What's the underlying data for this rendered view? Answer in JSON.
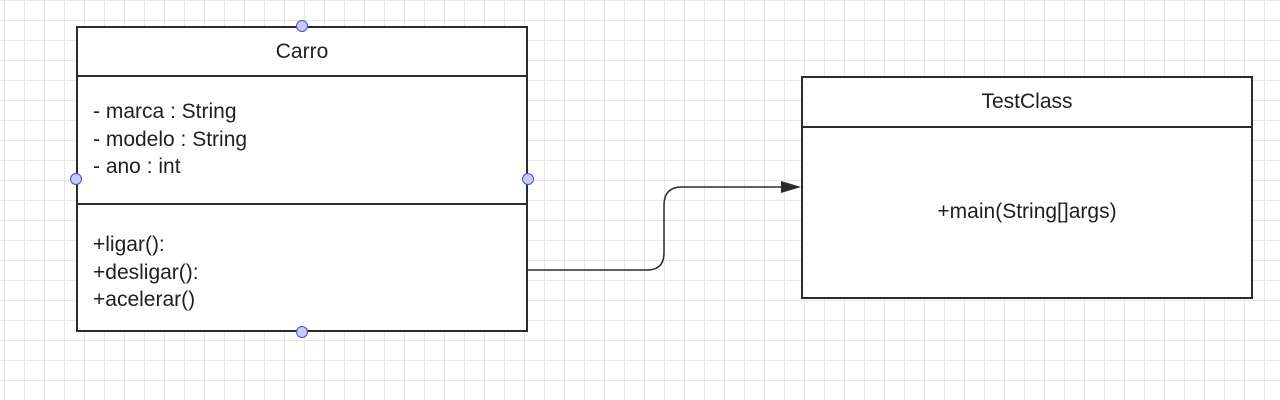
{
  "classes": {
    "carro": {
      "name": "Carro",
      "attributes": [
        "- marca : String",
        "- modelo : String",
        "- ano : int"
      ],
      "methods": [
        "+ligar():",
        "+desligar():",
        "+acelerar()"
      ]
    },
    "testclass": {
      "name": "TestClass",
      "attributes": [],
      "methods": [
        "+main(String[]args)"
      ]
    }
  },
  "connector": {
    "from": "Carro",
    "to": "TestClass",
    "arrowhead": "filled-triangle"
  },
  "colors": {
    "border": "#2b2b2b",
    "handle_fill": "#c9c9f5",
    "handle_stroke": "#4b4bd6",
    "grid": "#e6e6e6"
  }
}
